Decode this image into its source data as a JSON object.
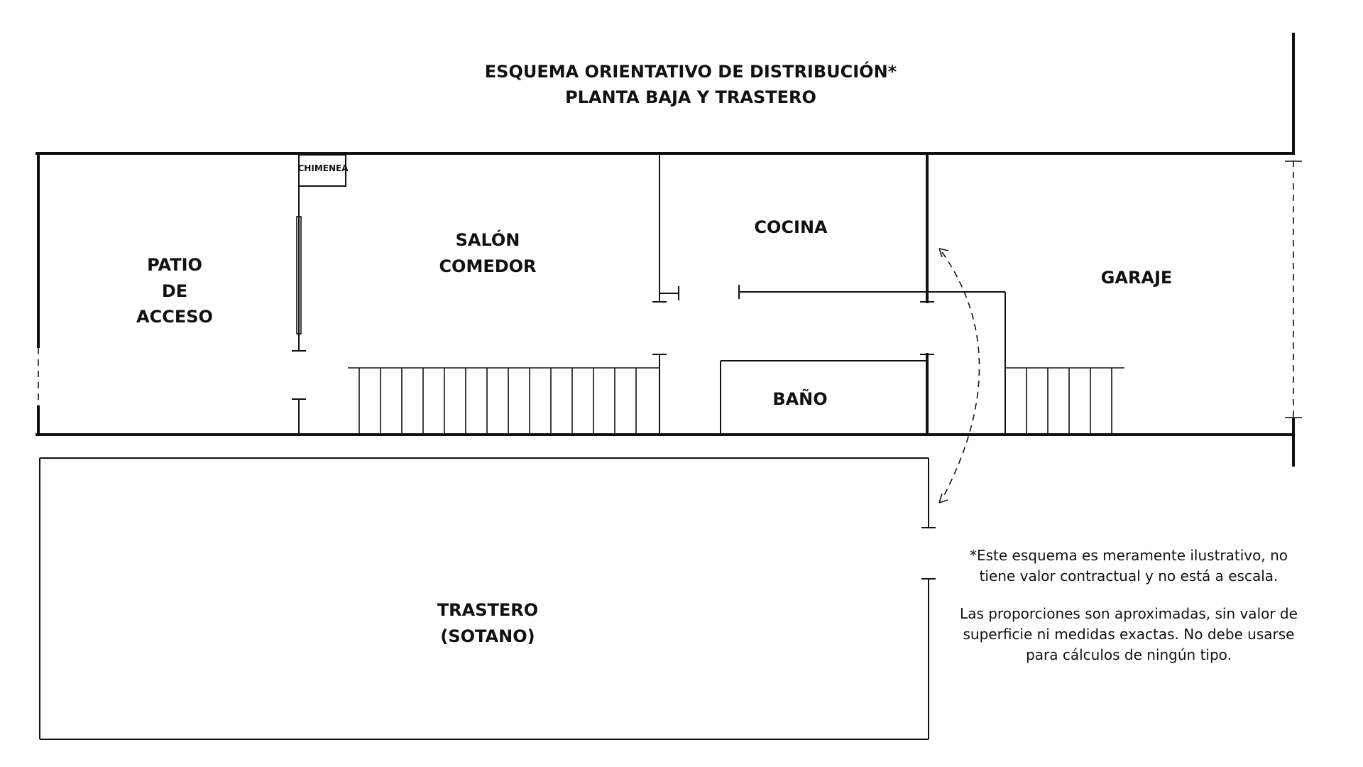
{
  "title": {
    "line1": "ESQUEMA ORIENTATIVO DE DISTRIBUCIÓN*",
    "line2": "PLANTA BAJA Y TRASTERO"
  },
  "rooms": {
    "patio": [
      "PATIO",
      "DE",
      "ACCESO"
    ],
    "chimenea": "CHIMENEA",
    "salon": [
      "SALÓN",
      "COMEDOR"
    ],
    "cocina": "COCINA",
    "garaje": "GARAJE",
    "bano": "BAÑO",
    "trastero": [
      "TRASTERO",
      "(SOTANO)"
    ]
  },
  "disclaimer": {
    "paragraph1": "*Este esquema es meramente ilustrativo, no tiene valor contractual y no está a escala.",
    "paragraph2": "Las proporciones son aproximadas, sin valor de superficie ni medidas exactas. No debe usarse para cálculos de ningún tipo."
  }
}
